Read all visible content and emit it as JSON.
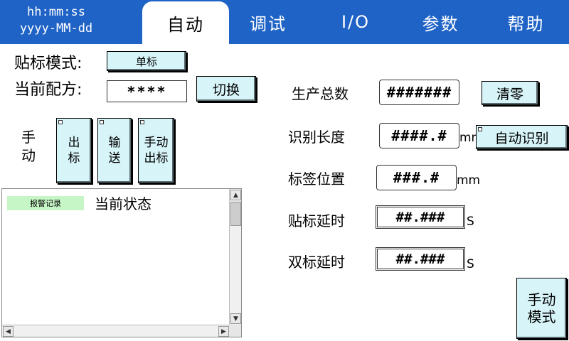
{
  "header": {
    "time": "hh:mm:ss",
    "date": "yyyy-MM-dd",
    "tabs": [
      {
        "label": "自动",
        "active": true
      },
      {
        "label": "调试",
        "active": false
      },
      {
        "label": "I/O",
        "active": false
      },
      {
        "label": "参数",
        "active": false
      },
      {
        "label": "帮助",
        "active": false
      }
    ]
  },
  "mode": {
    "label": "贴标模式:",
    "value_button": "单标"
  },
  "recipe": {
    "label": "当前配方:",
    "value": "****",
    "switch_button": "切换"
  },
  "manual": {
    "label": "手\n动",
    "buttons": [
      "出\n标",
      "输\n送",
      "手动\n出标"
    ]
  },
  "log": {
    "tag": "报警记录",
    "title": "当前状态"
  },
  "stats": {
    "total_label": "生产总数",
    "total_value": "#######",
    "clear_button": "清零",
    "length_label": "识别长度",
    "length_value": "####.#",
    "length_unit": "mm",
    "auto_detect_button": "自动识别",
    "position_label": "标签位置",
    "position_value": "###.#",
    "position_unit": "mm",
    "delay_label": "贴标延时",
    "delay_value": "##.###",
    "delay_unit": "S",
    "double_delay_label": "双标延时",
    "double_delay_value": "##.###",
    "double_delay_unit": "S"
  },
  "manual_mode_button": "手动\n模式",
  "colors": {
    "header_bg": "#1f63c6",
    "button_bg": "#d7f4f8",
    "log_tag_bg": "#c6f5c6"
  }
}
